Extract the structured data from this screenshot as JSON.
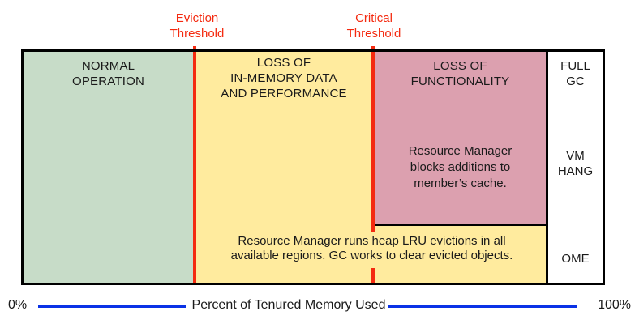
{
  "colors": {
    "green": "#c7dcc8",
    "yellow": "#ffeb9e",
    "pink": "#dca0af",
    "red": "#f42a10",
    "blue": "#0a32e6"
  },
  "thresholds": {
    "eviction": {
      "label": "Eviction\nThreshold"
    },
    "critical": {
      "label": "Critical\nThreshold"
    }
  },
  "zones": {
    "normal": {
      "title": "NORMAL\nOPERATION"
    },
    "loss_in_memory": {
      "title": "LOSS OF\nIN-MEMORY DATA\nAND PERFORMANCE"
    },
    "loss_functionality": {
      "title": "LOSS OF\nFUNCTIONALITY",
      "note": "Resource Manager\nblocks additions to\nmember’s cache."
    },
    "eviction_strip": {
      "note": "Resource Manager runs heap LRU evictions in all\navailable regions. GC works to clear evicted objects."
    }
  },
  "right_column": {
    "labels": [
      "FULL\nGC",
      "VM\nHANG",
      "OME"
    ]
  },
  "axis": {
    "min": "0%",
    "max": "100%",
    "title": "Percent of Tenured Memory Used"
  }
}
